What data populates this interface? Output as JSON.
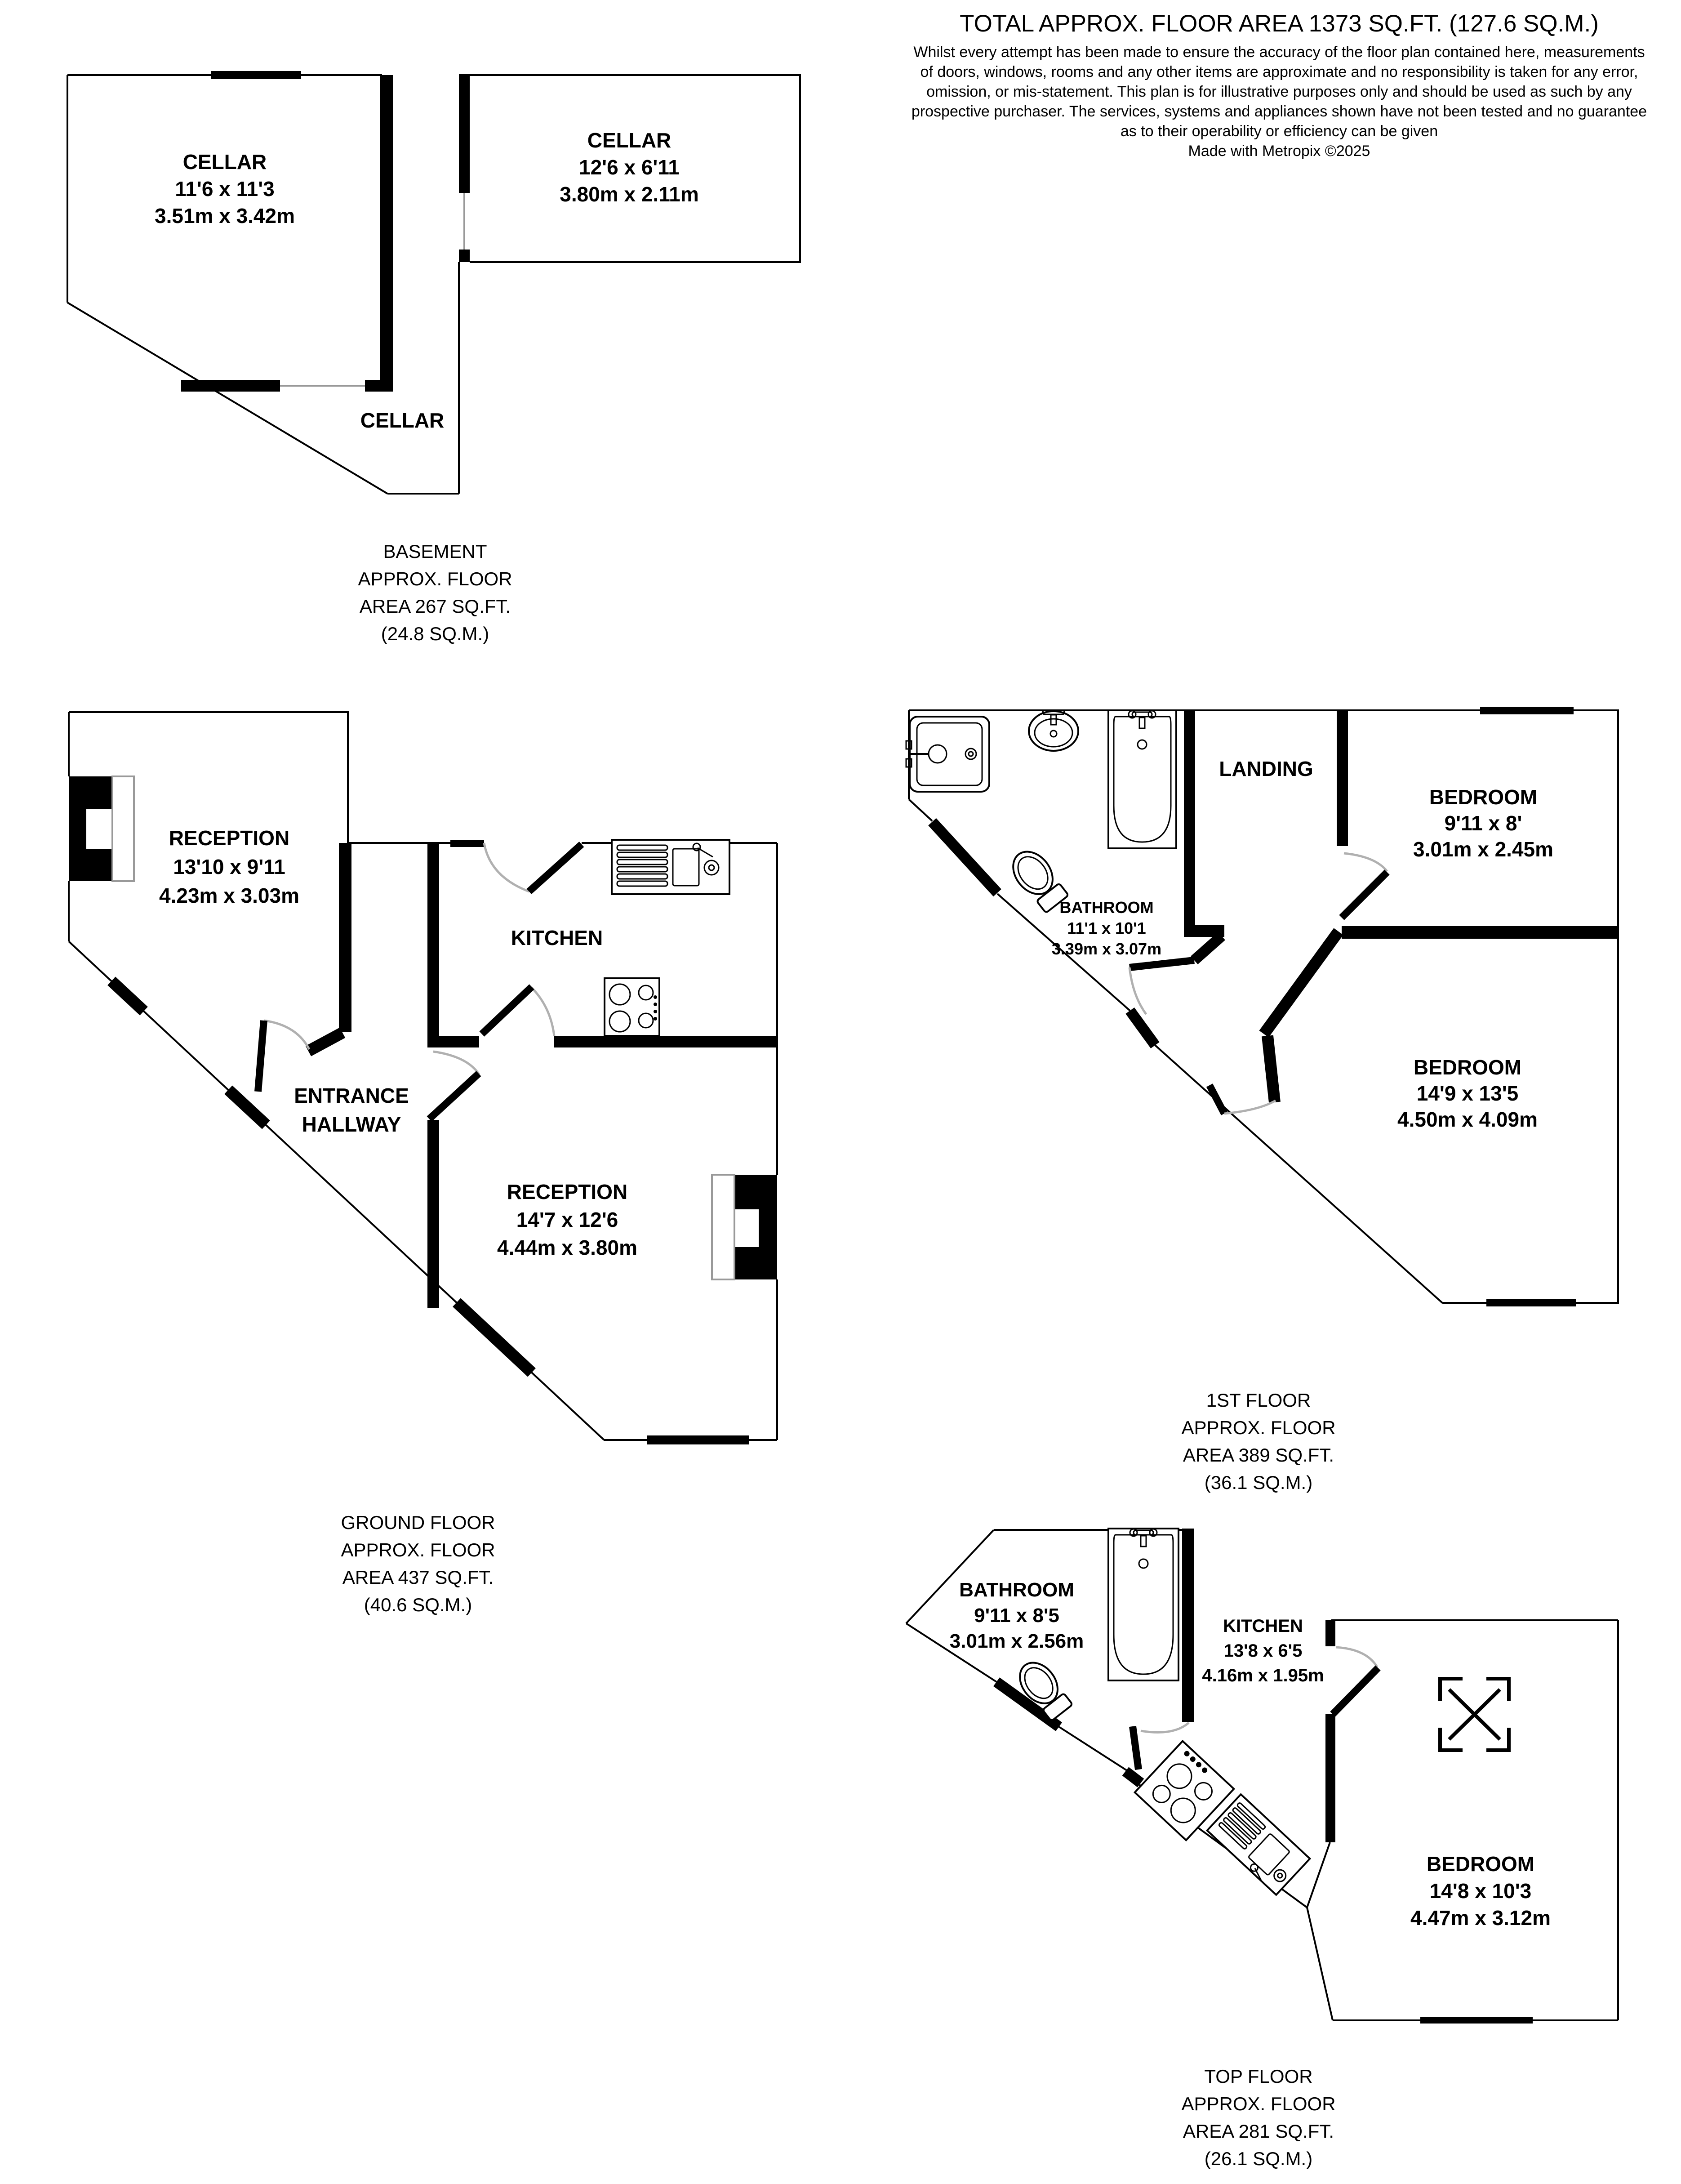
{
  "header": {
    "title": "TOTAL APPROX. FLOOR AREA 1373 SQ.FT. (127.6 SQ.M.)",
    "disclaimer_lines": [
      "Whilst every attempt has been made to ensure the accuracy of the floor plan contained here, measurements",
      "of doors, windows, rooms and any other items are approximate and no responsibility is taken for any error,",
      "omission, or mis-statement. This plan is for illustrative purposes only and should be used as such by any",
      "prospective purchaser. The services, systems and appliances shown have not been tested and no guarantee",
      "as to their operability or efficiency can be given"
    ],
    "credit": "Made with Metropix ©2025"
  },
  "floors": {
    "basement": {
      "caption": [
        "BASEMENT",
        "APPROX. FLOOR",
        "AREA 267 SQ.FT.",
        "(24.8 SQ.M.)"
      ],
      "rooms": {
        "cellar_left": [
          "CELLAR",
          "11'6 x 11'3",
          "3.51m x 3.42m"
        ],
        "cellar_right": [
          "CELLAR",
          "12'6 x 6'11",
          "3.80m x 2.11m"
        ],
        "cellar_lower": [
          "CELLAR"
        ]
      }
    },
    "ground": {
      "caption": [
        "GROUND FLOOR",
        "APPROX. FLOOR",
        "AREA 437 SQ.FT.",
        "(40.6 SQ.M.)"
      ],
      "rooms": {
        "reception_front": [
          "RECEPTION",
          "13'10 x 9'11",
          "4.23m x 3.03m"
        ],
        "kitchen": [
          "KITCHEN"
        ],
        "entrance_hallway": [
          "ENTRANCE",
          "HALLWAY"
        ],
        "reception_rear": [
          "RECEPTION",
          "14'7 x 12'6",
          "4.44m x 3.80m"
        ]
      }
    },
    "first": {
      "caption": [
        "1ST FLOOR",
        "APPROX. FLOOR",
        "AREA 389 SQ.FT.",
        "(36.1 SQ.M.)"
      ],
      "rooms": {
        "landing": [
          "LANDING"
        ],
        "bedroom_front": [
          "BEDROOM",
          "9'11 x 8'",
          "3.01m x 2.45m"
        ],
        "bathroom": [
          "BATHROOM",
          "11'1 x 10'1",
          "3.39m x 3.07m"
        ],
        "bedroom_rear": [
          "BEDROOM",
          "14'9 x 13'5",
          "4.50m x 4.09m"
        ]
      }
    },
    "top": {
      "caption": [
        "TOP FLOOR",
        "APPROX. FLOOR",
        "AREA 281 SQ.FT.",
        "(26.1 SQ.M.)"
      ],
      "rooms": {
        "bathroom": [
          "BATHROOM",
          "9'11 x 8'5",
          "3.01m x 2.56m"
        ],
        "kitchen": [
          "KITCHEN",
          "13'8 x 6'5",
          "4.16m x 1.95m"
        ],
        "bedroom": [
          "BEDROOM",
          "14'8 x 10'3",
          "4.47m x 3.12m"
        ]
      }
    }
  }
}
